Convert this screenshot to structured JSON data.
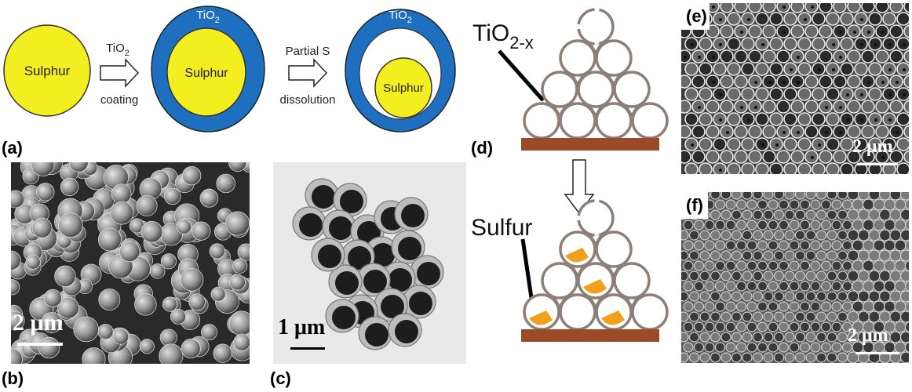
{
  "panel_labels": {
    "a": "(a)",
    "b": "(b)",
    "c": "(c)",
    "d": "(d)",
    "e": "(e)",
    "f": "(f)"
  },
  "panel_a": {
    "core_label_1": "Sulphur",
    "core_label_2": "Sulphur",
    "core_label_3": "Sulphur",
    "shell_label_1": "TiO",
    "shell_label_2": "TiO",
    "subscript_2": "2",
    "step1_top": "TiO",
    "step1_top_sub": "2",
    "step1_bottom": "coating",
    "step2_top": "Partial S",
    "step2_bottom": "dissolution",
    "colors": {
      "sulphur": "#f2ee20",
      "tio2": "#1f6fc1"
    }
  },
  "panel_b": {
    "scale": "2 μm"
  },
  "panel_c": {
    "scale": "1 μm"
  },
  "panel_d": {
    "label_top": "TiO",
    "label_top_sub": "2-x",
    "label_bottom": "Sulfur",
    "colors": {
      "substrate": "#9a4a26",
      "sulfur": "#f0a01a",
      "shell": "#8c7f7a"
    }
  },
  "panel_e": {
    "scale": "2 μm"
  },
  "panel_f": {
    "scale": "2 μm"
  }
}
